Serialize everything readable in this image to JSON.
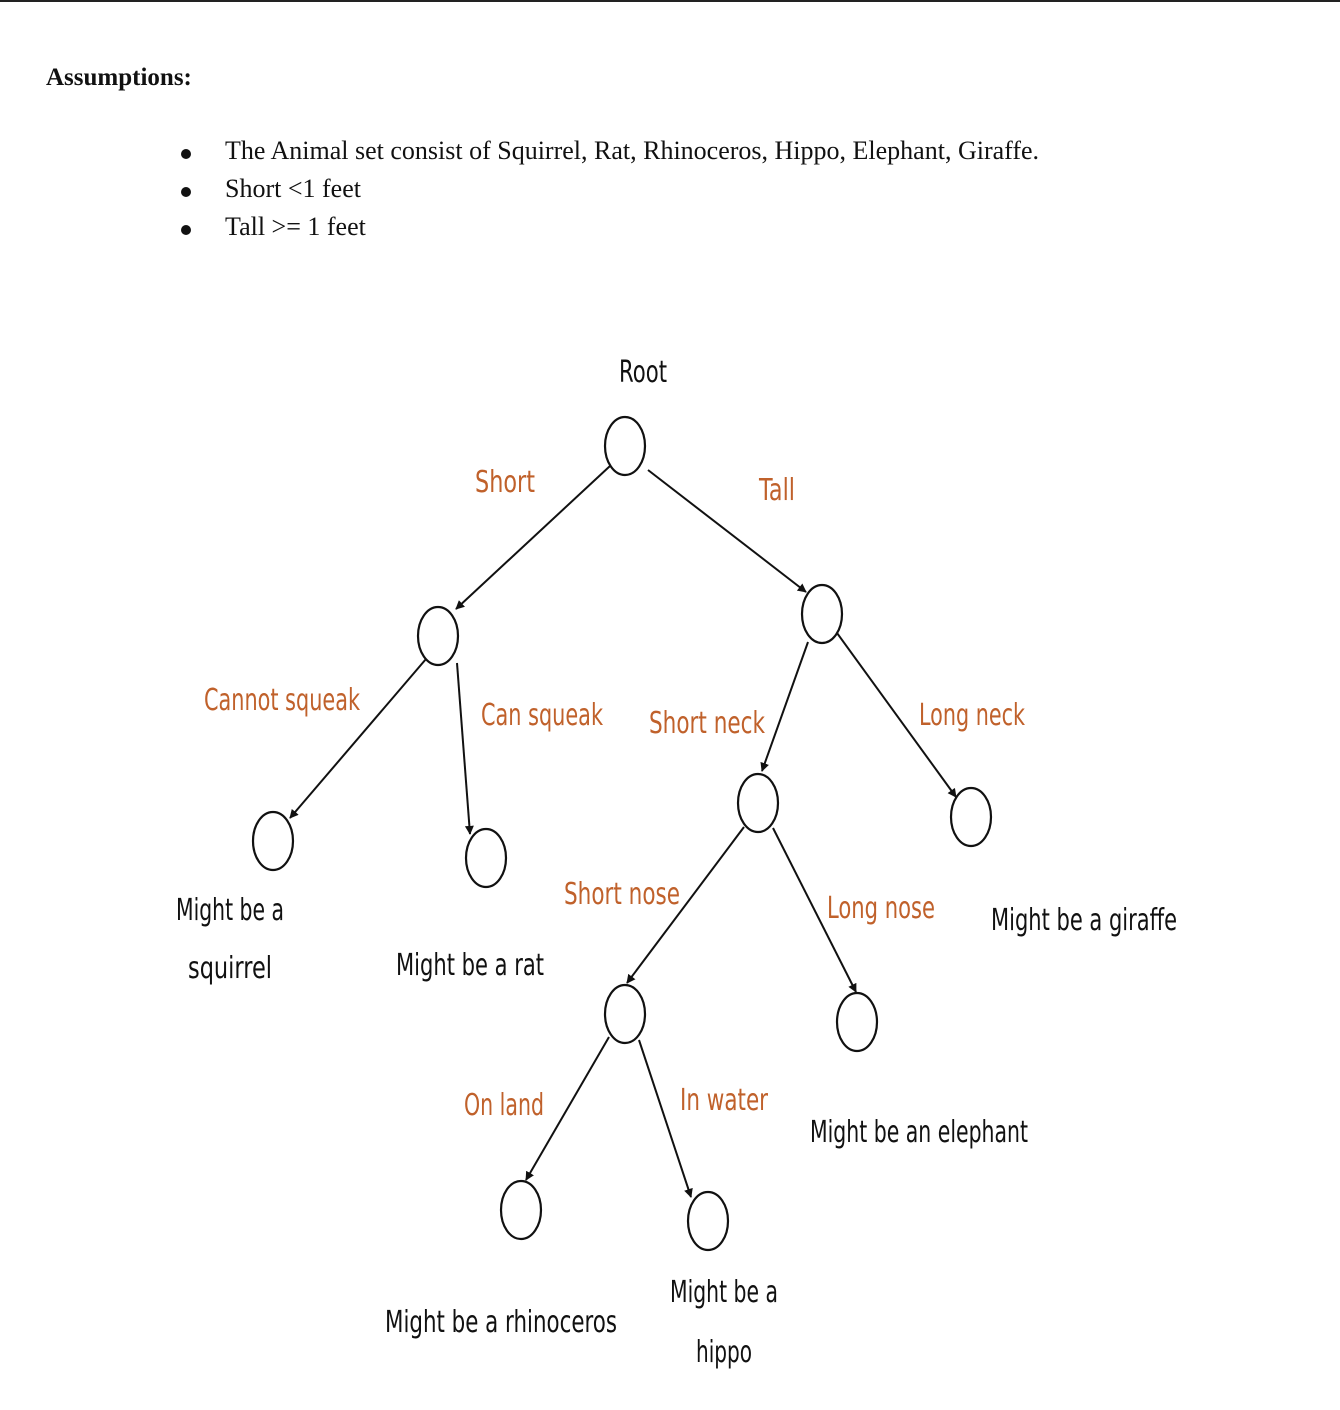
{
  "document": {
    "heading": "Assumptions:",
    "bullets": [
      "The Animal set consist of Squirrel, Rat, Rhinoceros, Hippo, Elephant, Giraffe.",
      "Short <1 feet",
      "Tall >= 1 feet"
    ]
  },
  "tree": {
    "root_label": "Root",
    "edge_labels": {
      "short": "Short",
      "tall": "Tall",
      "cannot_squeak": "Cannot squeak",
      "can_squeak": "Can squeak",
      "short_neck": "Short neck",
      "long_neck": "Long neck",
      "short_nose": "Short nose",
      "long_nose": "Long nose",
      "on_land": "On land",
      "in_water": "In water"
    },
    "leaves": {
      "squirrel": [
        "Might be a",
        "squirrel"
      ],
      "rat": "Might be a rat",
      "giraffe": "Might be a giraffe",
      "elephant": "Might be an elephant",
      "rhinoceros": "Might be a rhinoceros",
      "hippo": [
        "Might be a",
        "hippo"
      ]
    },
    "colors": {
      "edge_label": "#c0612b",
      "node_stroke": "#111111",
      "leaf_text": "#111111"
    }
  }
}
